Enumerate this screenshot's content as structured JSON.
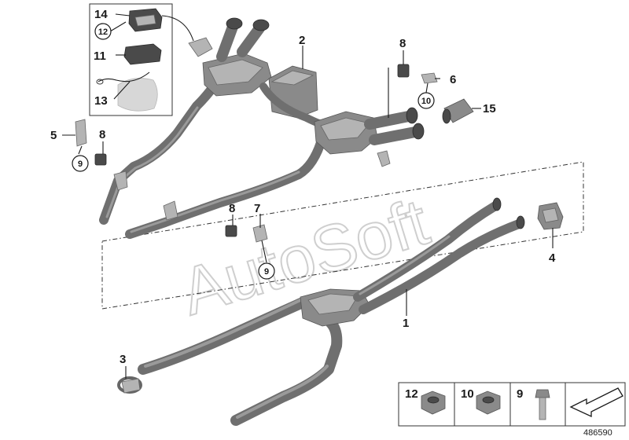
{
  "diagram": {
    "watermark": "AutoSoft",
    "doc_number": "486590",
    "part_labels": {
      "p1": "1",
      "p2": "2",
      "p3": "3",
      "p4": "4",
      "p5": "5",
      "p6": "6",
      "p7": "7",
      "p8a": "8",
      "p8b": "8",
      "p8c": "8",
      "p9a": "9",
      "p9b": "9",
      "p10": "10",
      "p11": "11",
      "p12": "12",
      "p13": "13",
      "p14": "14",
      "p15": "15"
    },
    "legend": {
      "item_a": "12",
      "item_b": "10",
      "item_c": "9"
    }
  }
}
